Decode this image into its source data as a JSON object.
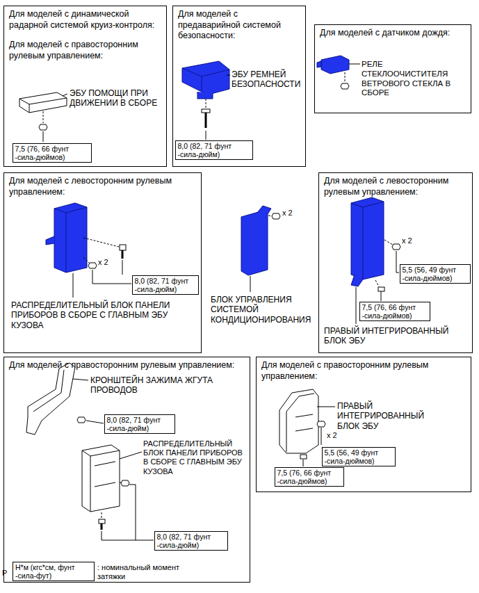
{
  "diagram": {
    "nodes": [
      {
        "text": [
          "Для моделей с динамической радарной системой круиз-контроля:",
          "Для моделей с правосторонним рулевым управлением:"
        ]
      },
      {
        "text": [
          "7,5 (76, 66 фунт -сила-дюймов)"
        ],
        "in": 0
      },
      {
        "text": [
          "Для моделей с предаварийной системой безопасности:"
        ]
      },
      {
        "text": [
          "8,0 (82, 71 фунт -сила-дюйм)"
        ],
        "in": 2
      },
      {
        "text": [
          "Для моделей с датчиком дождя:"
        ]
      },
      {
        "text": [
          "Для моделей с левосторонним рулевым управлением:"
        ]
      },
      {
        "text": [
          "8,0 (82, 71 фунт -сила-дюйм)"
        ],
        "in": 5
      },
      {
        "text": [
          "Для моделей с левосторонним рулевым управлением:"
        ]
      },
      {
        "text": [
          "5,5 (56, 49 фунт -сила-дюймов)"
        ],
        "in": 7
      },
      {
        "text": [
          "7,5 (76, 66 фунт -сила-дюймов)"
        ],
        "in": 7
      },
      {
        "text": [
          "Для моделей с правосторонним рулевым управлением:"
        ]
      },
      {
        "text": [
          "8,0 (82, 71 фунт -сила-дюйм)"
        ],
        "in": 10
      },
      {
        "text": [
          "8,0 (82, 71 фунт -сила-дюйм)"
        ],
        "in": 10
      },
      {
        "text": [
          "Для моделей с правосторонним рулевым управлением:"
        ]
      },
      {
        "text": [
          "5,5 (56, 49 фунт -сила-дюймов)"
        ],
        "in": 13
      },
      {
        "text": [
          "7,5 (76, 66 фунт -сила-дюймов)"
        ],
        "in": 13
      },
      {
        "text": [
          "Н*м (кгс*см, фунт -сила-фут)"
        ]
      }
    ],
    "labels": [
      "ЭБУ ПОМОЩИ ПРИ ДВИЖЕНИИ В СБОРЕ",
      "ЭБУ РЕМНЕЙ БЕЗОПАСНОСТИ",
      "РЕЛЕ СТЕКЛООЧИСТИТЕЛЯ ВЕТРОВОГО СТЕКЛА В СБОРЕ",
      "x 2",
      "РАСПРЕДЕЛИТЕЛЬНЫЙ БЛОК ПАНЕЛИ ПРИБОРОВ В СБОРЕ С ГЛАВНЫМ ЭБУ КУЗОВА",
      "x 2",
      "БЛОК УПРАВЛЕНИЯ СИСТЕМОЙ КОНДИЦИОНИРОВАНИЯ",
      "x 2",
      "ПРАВЫЙ ИНТЕГРИРОВАННЫЙ БЛОК ЭБУ",
      "КРОНШТЕЙН ЗАЖИМА ЖГУТА ПРОВОДОВ",
      "РАСПРЕДЕЛИТЕЛЬНЫЙ БЛОК ПАНЕЛИ ПРИБОРОВ В СБОРЕ С ГЛАВНЫМ ЭБУ КУЗОВА",
      "ПРАВЫЙ ИНТЕГРИРОВАННЫЙ БЛОК ЭБУ",
      "x 2",
      ": номинальный момент затяжки",
      "P"
    ]
  }
}
